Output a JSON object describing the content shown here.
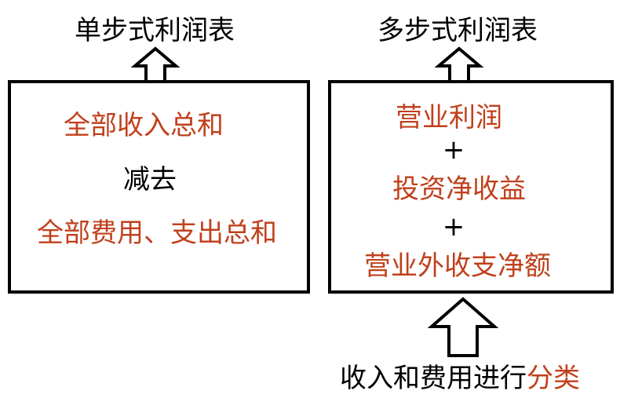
{
  "left": {
    "title": "单步式利润表",
    "line1": "全部收入总和",
    "line2": "减去",
    "line3": "全部费用、支出总和"
  },
  "right": {
    "title": "多步式利润表",
    "line1": "营业利润",
    "plus1": "+",
    "line2": "投资净收益",
    "plus2": "+",
    "line3": "营业外收支净额"
  },
  "bottom": {
    "caption_main": "收入和费用进行",
    "caption_highlight": "分类"
  },
  "colors": {
    "text": "#000000",
    "highlight": "#c0401c",
    "border": "#000000"
  }
}
